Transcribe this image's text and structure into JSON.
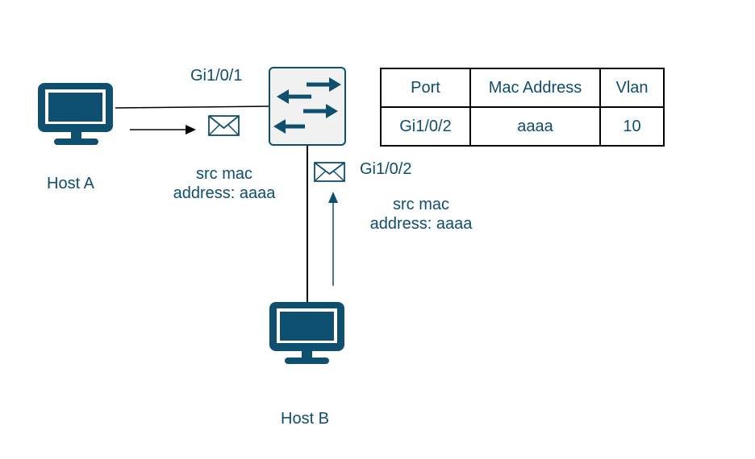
{
  "colors": {
    "accent": "#0e4e6e",
    "switch_fill": "#f1f1f1",
    "line": "#000000"
  },
  "host_a": {
    "label": "Host A",
    "icon": "monitor-icon"
  },
  "host_b": {
    "label": "Host B",
    "icon": "monitor-icon"
  },
  "switch": {
    "icon": "switch-icon"
  },
  "port_a": {
    "label": "Gi1/0/1"
  },
  "port_b": {
    "label": "Gi1/0/2"
  },
  "frame_a": {
    "icon": "envelope-icon",
    "line1": "src mac",
    "line2": "address: aaaa"
  },
  "frame_b": {
    "icon": "envelope-icon",
    "line1": "src mac",
    "line2": "address: aaaa"
  },
  "mac_table": {
    "headers": [
      "Port",
      "Mac Address",
      "Vlan"
    ],
    "rows": [
      [
        "Gi1/0/2",
        "aaaa",
        "10"
      ]
    ]
  }
}
